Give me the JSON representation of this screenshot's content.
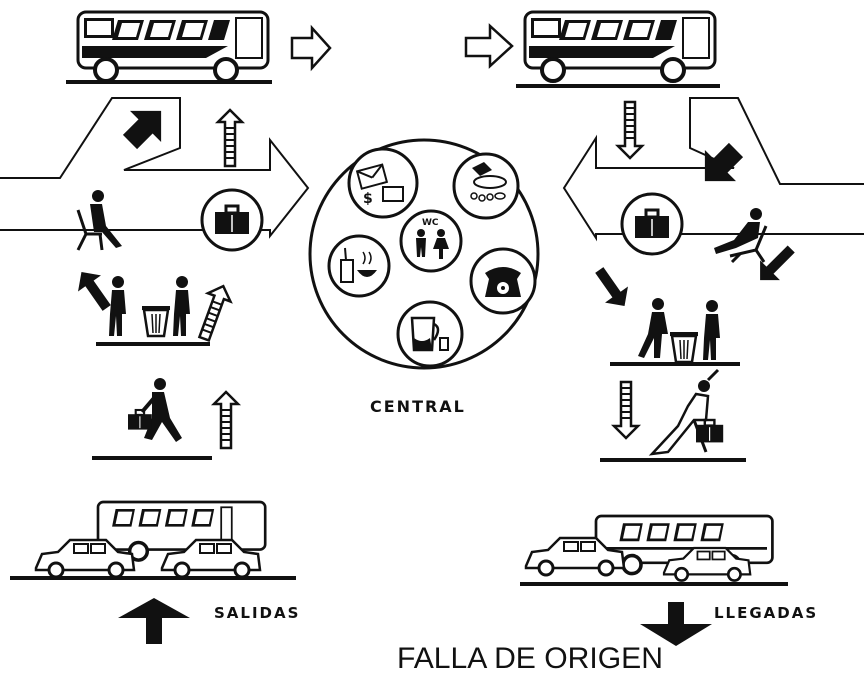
{
  "labels": {
    "center": "CENTRAL",
    "departures": "SALIDAS",
    "arrivals": "LLEGADAS",
    "stamp": "FALLA DE ORIGEN",
    "restroom_sign": "WC"
  },
  "colors": {
    "ink": "#111111",
    "paper": "#ffffff"
  },
  "icons": [
    "bus-icon",
    "car-icon",
    "suitcase-icon",
    "person-sitting-icon",
    "trash-can-icon",
    "person-walking-icon",
    "mail-icon",
    "candy-icon",
    "restroom-icon",
    "telephone-icon",
    "food-icon",
    "jug-icon",
    "arrow-icon"
  ]
}
